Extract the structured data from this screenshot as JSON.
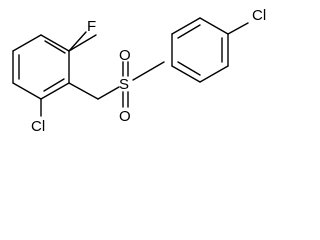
{
  "molecule": {
    "atoms": {
      "fluorine": "F",
      "chlorine_left": "Cl",
      "sulfur": "S",
      "oxygen_top": "O",
      "oxygen_bottom": "O",
      "chlorine_right": "Cl"
    },
    "colors": {
      "bond": "#000000",
      "label": "#000000",
      "background": "#ffffff"
    }
  }
}
